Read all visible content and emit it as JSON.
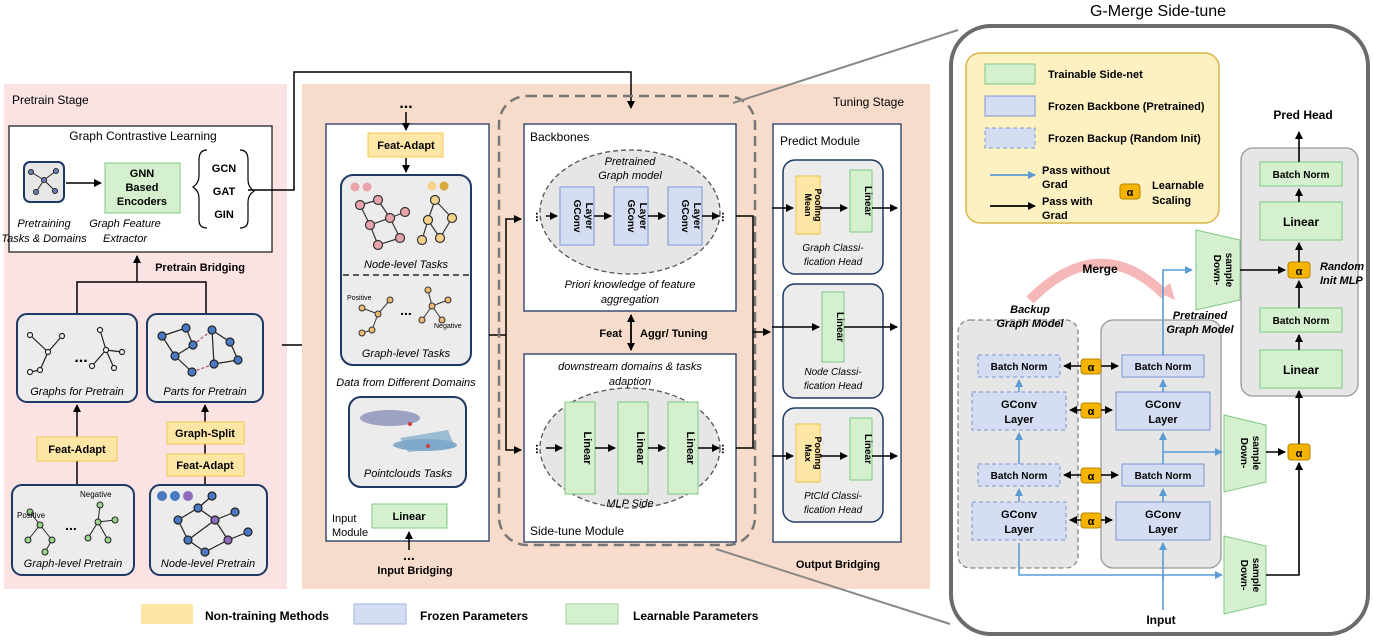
{
  "pretrain": {
    "stage_label": "Pretrain Stage",
    "gcl_title": "Graph Contrastive Learning",
    "tasks_caption": [
      "Pretraining",
      "Tasks & Domains"
    ],
    "encoder_box": [
      "GNN",
      "Based",
      "Encoders"
    ],
    "encoder_caption": [
      "Graph Feature",
      "Extractor"
    ],
    "encoders": [
      "GCN",
      "GAT",
      "GIN"
    ],
    "bridging": "Pretrain Bridging",
    "graphs_caption": "Graphs for Pretrain",
    "parts_caption": "Parts for Pretrain",
    "feat_adapt": "Feat-Adapt",
    "graph_split": "Graph-Split",
    "graph_level_caption": "Graph-level Pretrain",
    "node_level_caption": "Node-level Pretrain",
    "positive": "Positive",
    "negative": "Negative",
    "ellipsis": "..."
  },
  "tuning": {
    "stage_label": "Tuning Stage",
    "ellipsis_top": "...",
    "feat_adapt": "Feat-Adapt",
    "node_tasks": "Node-level Tasks",
    "graph_tasks": "Graph-level Tasks",
    "positive": "Positive",
    "negative": "Negative",
    "data_caption": "Data  from Different Domains",
    "pointcloud_caption": "Pointclouds Tasks",
    "input_module": [
      "Input",
      "Module"
    ],
    "linear": "Linear",
    "input_bridging": "Input Bridging",
    "backbones_title": "Backbones",
    "pretrained_model": [
      "Pretrained",
      "Graph model"
    ],
    "gconv": [
      "GConv",
      "Layer"
    ],
    "priori": [
      "Priori knowledge of feature",
      "aggregation"
    ],
    "feat": "Feat",
    "aggr": "Aggr/ Tuning",
    "downstream": [
      "downstream domains & tasks",
      "adaption"
    ],
    "mlp_side": "MLP Side",
    "sidetune_module": "Side-tune Module",
    "predict_title": "Predict Module",
    "mean_pool": [
      "Mean",
      "Pooling"
    ],
    "max_pool": [
      "Max",
      "Pooling"
    ],
    "graph_head": [
      "Graph Classi-",
      "fication Head"
    ],
    "node_head": [
      "Node Classi-",
      "fication Head"
    ],
    "ptcld_head": [
      "PtCld Classi-",
      "fication Head"
    ],
    "output_bridging": "Output Bridging"
  },
  "legend": {
    "items": [
      "Non-training Methods",
      "Frozen Parameters",
      "Learnable Parameters"
    ],
    "colors": [
      "#fde6a6",
      "#d5ddf2",
      "#d4f0cf"
    ]
  },
  "gmerge": {
    "title": "G-Merge Side-tune",
    "legend": {
      "trainable": "Trainable Side-net",
      "frozen": "Frozen Backbone (Pretrained)",
      "backup": "Frozen Backup (Random Init)",
      "pass_without": [
        "Pass without",
        "Grad"
      ],
      "pass_with": [
        "Pass with",
        "Grad"
      ],
      "alpha": "α",
      "learnable_scaling": [
        "Learnable",
        "Scaling"
      ]
    },
    "merge": "Merge",
    "backup_model": [
      "Backup",
      "Graph Model"
    ],
    "pretrained_model": [
      "Pretrained",
      "Graph Model"
    ],
    "batch_norm": "Batch Norm",
    "gconv": [
      "GConv",
      "Layer"
    ],
    "downsample": [
      "Down-",
      "sample"
    ],
    "linear": "Linear",
    "pred_head": "Pred Head",
    "random_init": [
      "Random",
      "Init MLP"
    ],
    "input": "Input"
  }
}
